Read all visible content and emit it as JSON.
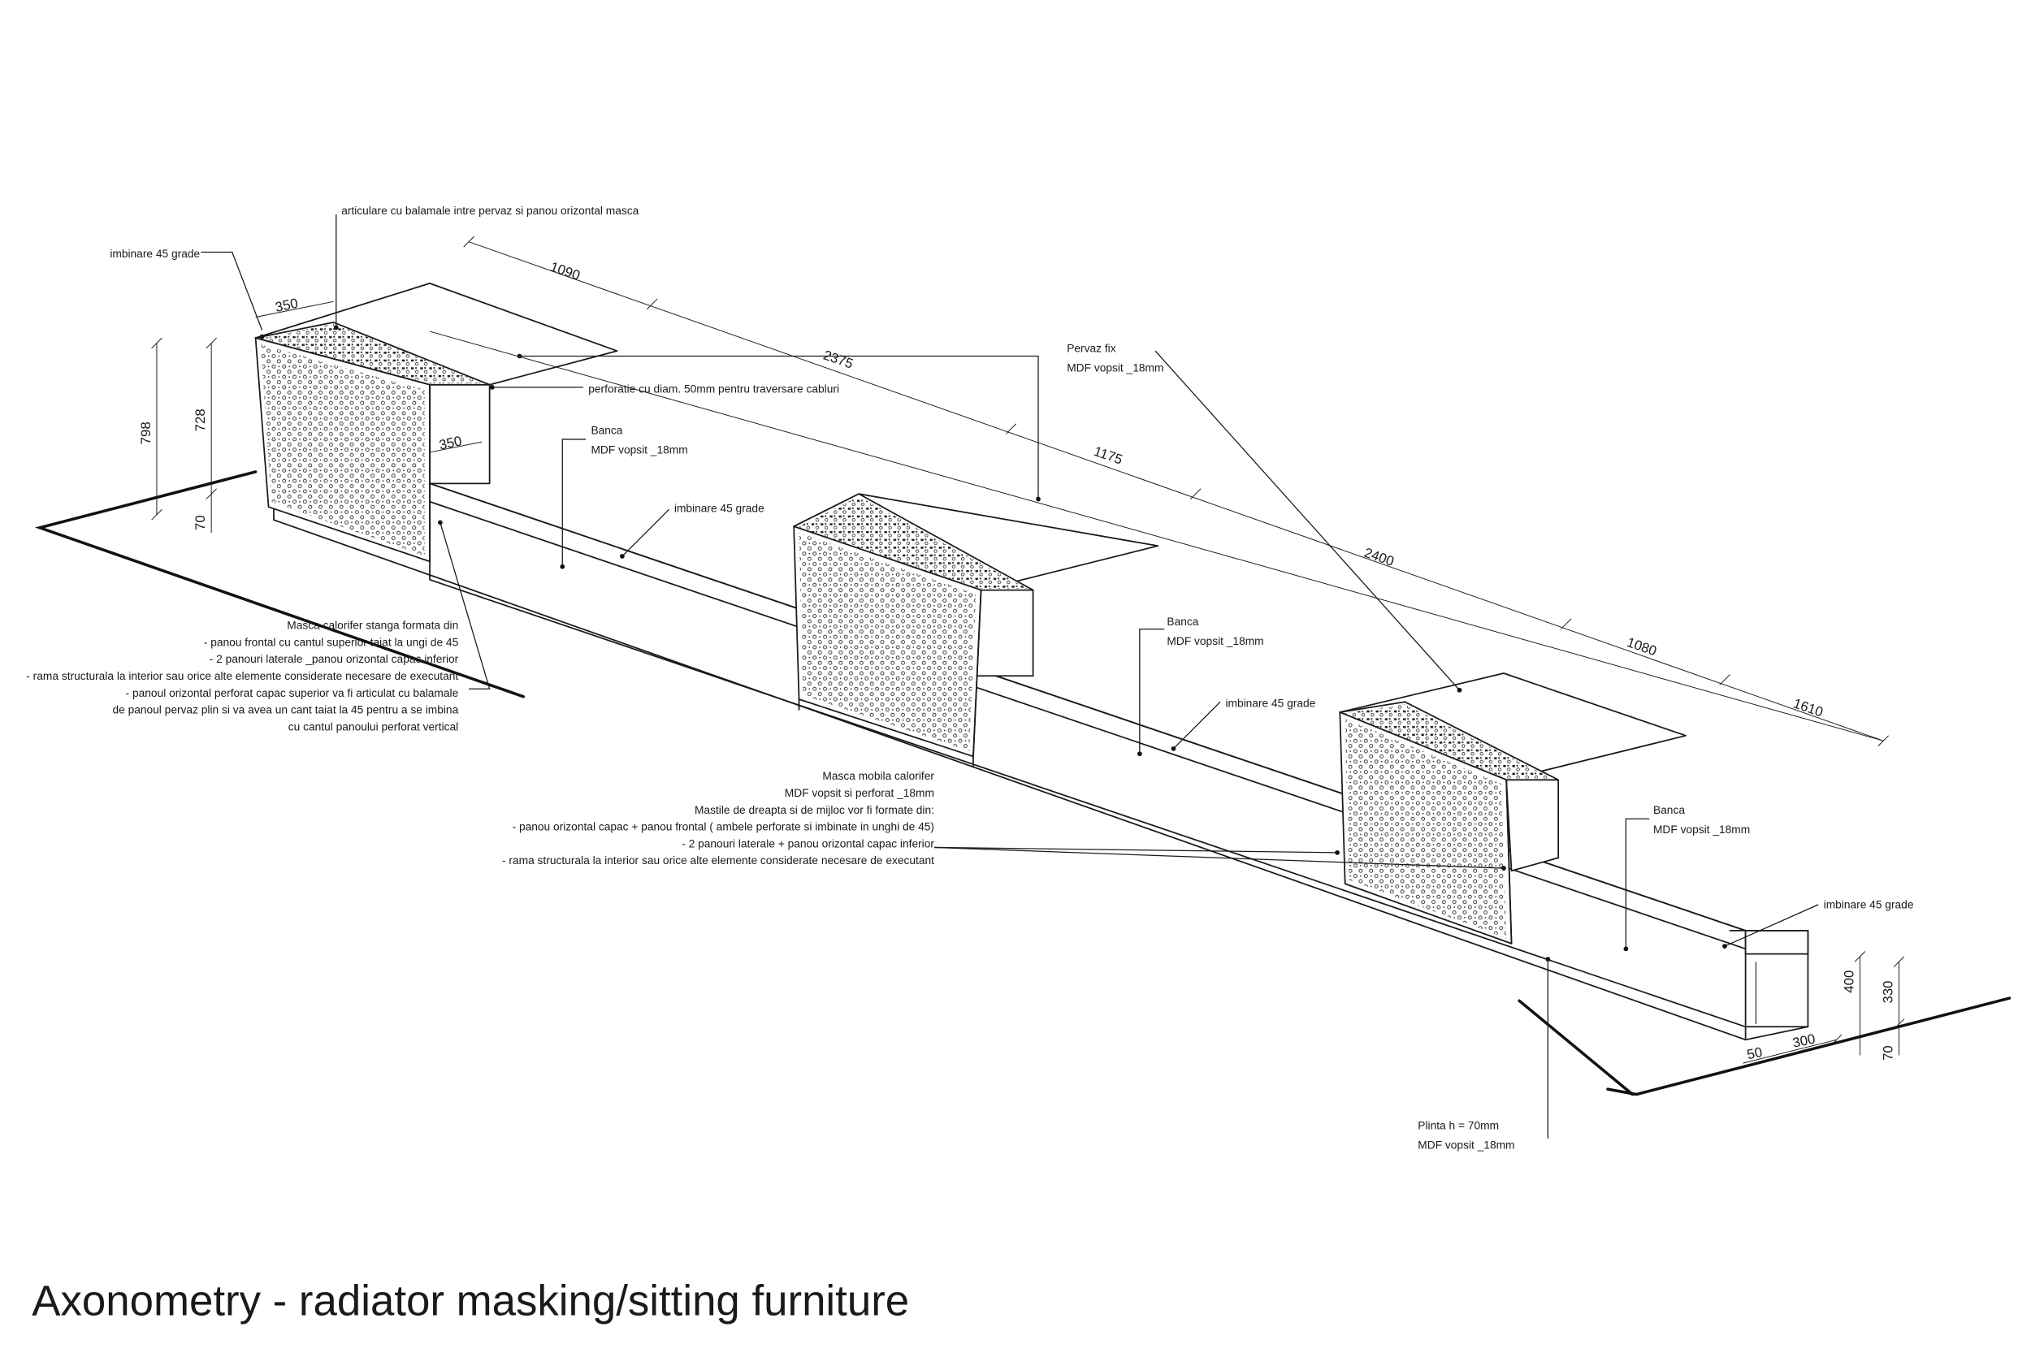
{
  "title": "Axonometry - radiator masking/sitting furniture",
  "notes": {
    "articulare": "articulare cu balamale intre pervaz si panou orizontal masca",
    "imbinare_top": "imbinare 45 grade",
    "perforatie": "perforatie cu diam. 50mm pentru traversare cabluri",
    "pervaz_title": "Pervaz fix",
    "pervaz_sub": "MDF vopsit _18mm",
    "banca1_title": "Banca",
    "banca1_sub": "MDF vopsit _18mm",
    "imbinare_mid1": "imbinare 45 grade",
    "banca2_title": "Banca",
    "banca2_sub": "MDF vopsit _18mm",
    "imbinare_mid2": "imbinare 45 grade",
    "banca3_title": "Banca",
    "banca3_sub": "MDF vopsit _18mm",
    "imbinare_right": "imbinare 45 grade",
    "masca_stanga": [
      "Masca calorifer stanga formata din",
      "- panou frontal cu cantul superior taiat la ungi de 45",
      "- 2 panouri laterale _panou orizontal capac inferior",
      "- rama structurala la interior sau orice alte elemente considerate necesare de executant",
      "- panoul orizontal perforat capac superior va fi articulat  cu balamale",
      "de panoul pervaz plin si va avea un cant taiat la 45 pentru a se imbina",
      "cu cantul panoului perforat vertical"
    ],
    "masca_mobila": [
      "Masca mobila calorifer",
      "MDF  vopsit si perforat _18mm",
      "Mastile de dreapta si de mijloc vor fi formate din:",
      "- panou orizontal capac + panou frontal ( ambele perforate si imbinate in unghi de 45)",
      "- 2 panouri laterale + panou orizontal capac inferior",
      "- rama structurala la interior sau orice alte elemente considerate necesare de executant"
    ],
    "plinta_title": "Plinta h = 70mm",
    "plinta_sub": "MDF  vopsit _18mm"
  },
  "dimensions": {
    "d350_top": "350",
    "d350_mid": "350",
    "d798": "798",
    "d728": "728",
    "d70_left": "70",
    "d1090": "1090",
    "d2375": "2375",
    "d1175": "1175",
    "d2400": "2400",
    "d1080": "1080",
    "d1610": "1610",
    "d400": "400",
    "d330": "330",
    "d70_right": "70",
    "d50": "50",
    "d300": "300"
  }
}
